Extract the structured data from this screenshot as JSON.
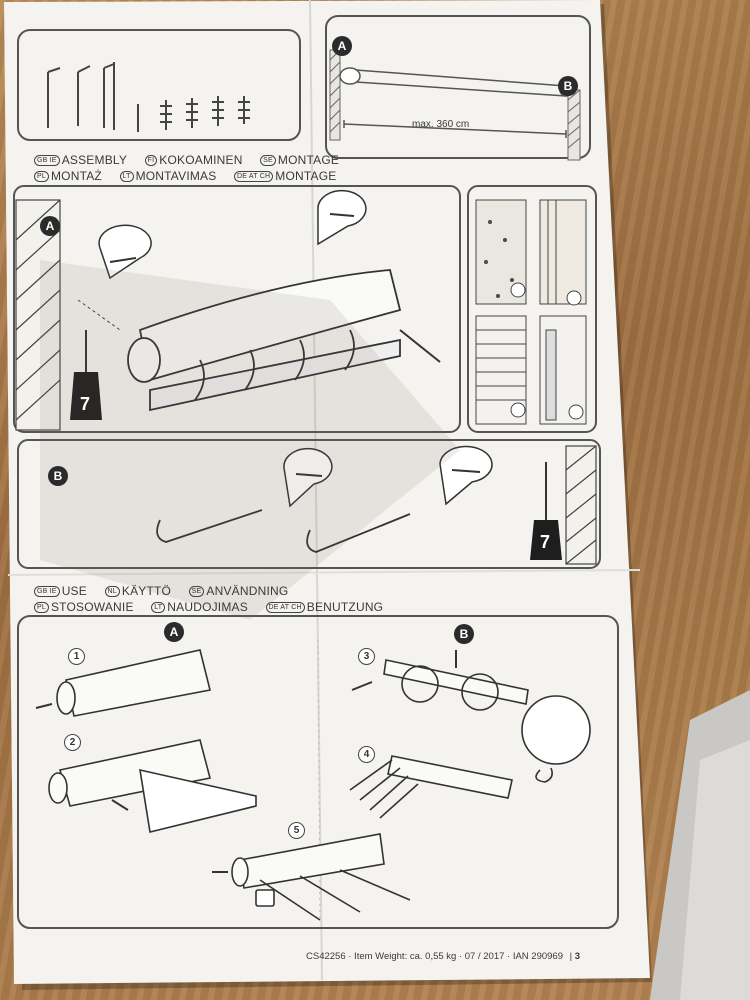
{
  "assembly_header": {
    "row1": [
      {
        "codes": "GB IE",
        "label": "ASSEMBLY"
      },
      {
        "codes": "FI",
        "label": "KOKOAMINEN"
      },
      {
        "codes": "SE",
        "label": "MONTAGE"
      }
    ],
    "row2": [
      {
        "codes": "PL",
        "label": "MONTAŻ"
      },
      {
        "codes": "LT",
        "label": "MONTAVIMAS"
      },
      {
        "codes": "DE AT CH",
        "label": "MONTAGE"
      }
    ]
  },
  "use_header": {
    "row1": [
      {
        "codes": "GB IE",
        "label": "USE"
      },
      {
        "codes": "NL",
        "label": "KÄYTTÖ"
      },
      {
        "codes": "SE",
        "label": "ANVÄNDNING"
      }
    ],
    "row2": [
      {
        "codes": "PL",
        "label": "STOSOWANIE"
      },
      {
        "codes": "LT",
        "label": "NAUDOJIMAS"
      },
      {
        "codes": "DE AT CH",
        "label": "BENUTZUNG"
      }
    ]
  },
  "labels": {
    "a": "A",
    "b": "B",
    "max_length": "max. 360 cm",
    "drill_size": "7",
    "steps": [
      "1",
      "2",
      "3",
      "4",
      "5"
    ]
  },
  "footer": {
    "text": "CS42256 · Item Weight: ca. 0,55 kg · 07 / 2017 · IAN 290969",
    "page": "3"
  }
}
